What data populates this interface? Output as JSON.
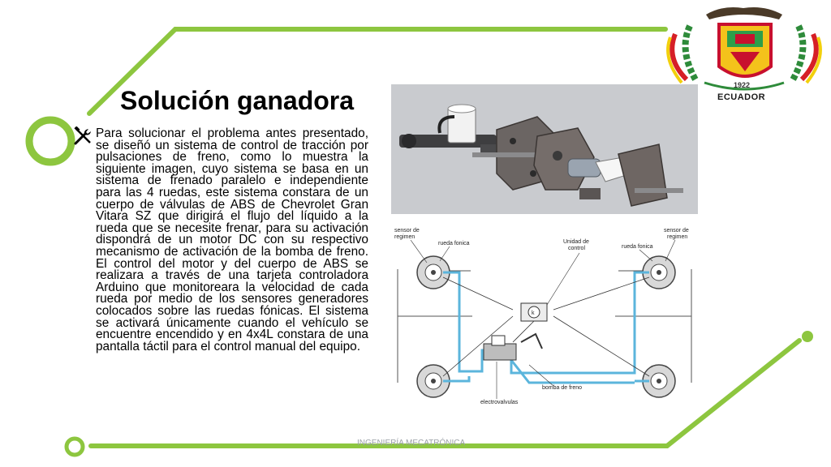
{
  "slide": {
    "title": "Solución ganadora",
    "bullet_icon": "tools-icon",
    "body": "Para solucionar el problema antes presentado, se diseñó un sistema de control de tracción por pulsaciones de freno, como lo muestra la siguiente imagen, cuyo sistema se basa en un sistema de frenado paralelo e independiente para las 4 ruedas, este sistema constara de un cuerpo de válvulas de ABS de Chevrolet Gran Vitara SZ que dirigirá el flujo del líquido a la rueda que se necesite frenar, para su activación dispondrá de un motor DC con su respectivo mecanismo de activación de la bomba de freno. El control del motor y del cuerpo de ABS se realizara a través de una tarjeta controladora Arduino que monitoreara la velocidad de cada rueda por medio de los sensores generadores colocados sobre las ruedas fónicas. El sistema se activará únicamente cuando el vehículo se encuentre encendido y en 4x4L constara de una pantalla táctil para el control manual del equipo.",
    "footer": "INGENIERÍA MECATRÓNICA"
  },
  "crest": {
    "year": "1922",
    "country": "ECUADOR"
  },
  "diagram": {
    "sensor_left": [
      "sensor de",
      "regimen"
    ],
    "rueda_left": "rueda fonica",
    "unidad": [
      "Unidad de",
      "control"
    ],
    "rueda_right": "rueda fonica",
    "sensor_right": [
      "sensor de",
      "regimen"
    ],
    "unit_symbol": "k",
    "bomba": "bomba de freno",
    "electro": "electrovalvulas"
  },
  "colors": {
    "green": "#8dc63f",
    "hydraulic": "#5bb5dc"
  }
}
